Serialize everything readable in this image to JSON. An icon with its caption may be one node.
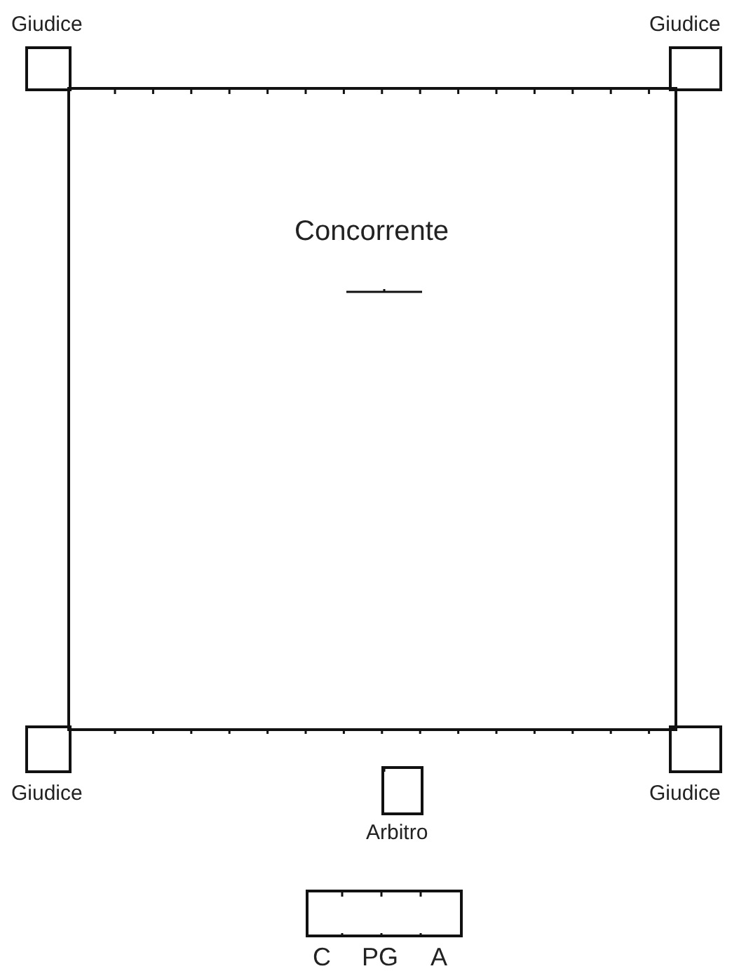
{
  "diagram": {
    "nodes": [
      {
        "text": [
          "Giudice"
        ]
      },
      {
        "text": [
          "Giudice"
        ]
      },
      {
        "text": [
          "Concorrente"
        ]
      },
      {
        "text": [
          "Giudice"
        ]
      },
      {
        "text": [
          "Giudice"
        ]
      },
      {
        "text": [
          "Arbitro"
        ]
      },
      {
        "text": [
          "C",
          "PG",
          "A"
        ]
      }
    ],
    "edges": []
  }
}
